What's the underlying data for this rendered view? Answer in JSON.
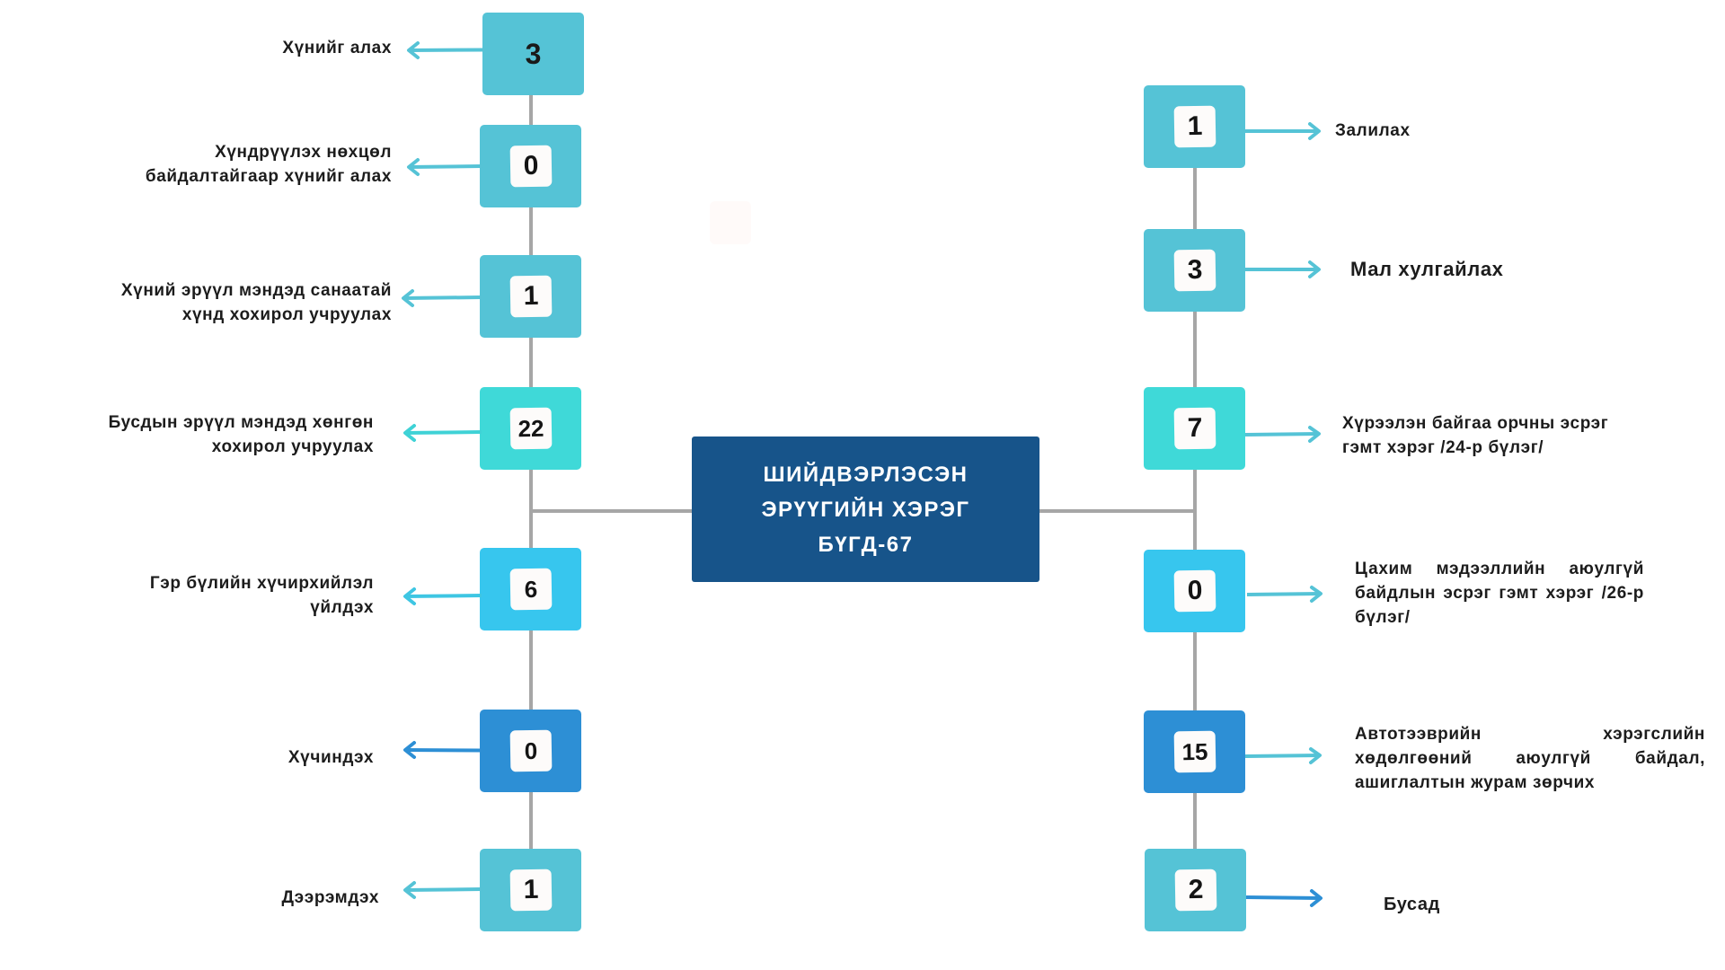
{
  "center": {
    "line1": "ШИЙДВЭРЛЭСЭН",
    "line2": "ЭРҮҮГИЙН ХЭРЭГ",
    "line3": "БҮГД-67",
    "color": "#17548a"
  },
  "left": [
    {
      "count": "3",
      "label": "Хүнийг алах",
      "box_color": "#55c3d6",
      "arrow_color": "#55c3d6",
      "has_tile": false
    },
    {
      "count": "0",
      "label": "Хүндрүүлэх нөхцөл байдалтайгаар хүнийг алах",
      "box_color": "#55c3d6",
      "arrow_color": "#55c3d6",
      "has_tile": true
    },
    {
      "count": "1",
      "label": "Хүний эрүүл мэндэд санаатай хүнд хохирол учруулах",
      "box_color": "#55c3d6",
      "arrow_color": "#55c3d6",
      "has_tile": true
    },
    {
      "count": "22",
      "label": "Бусдын эрүүл мэндэд хөнгөн хохирол учруулах",
      "box_color": "#3fd9d8",
      "arrow_color": "#3fd2d6",
      "has_tile": true
    },
    {
      "count": "6",
      "label": "Гэр бүлийн хүчирхийлэл үйлдэх",
      "box_color": "#37c6ee",
      "arrow_color": "#3ec6e3",
      "has_tile": true
    },
    {
      "count": "0",
      "label": "Хүчиндэх",
      "box_color": "#2d8fd5",
      "arrow_color": "#2d8fd5",
      "has_tile": true
    },
    {
      "count": "1",
      "label": "Дээрэмдэх",
      "box_color": "#55c3d6",
      "arrow_color": "#55c3d6",
      "has_tile": true
    }
  ],
  "right": [
    {
      "count": "1",
      "label": "Залилах",
      "box_color": "#55c3d6",
      "arrow_color": "#55c3d6"
    },
    {
      "count": "3",
      "label": "Мал хулгайлах",
      "box_color": "#55c3d6",
      "arrow_color": "#55c3d6"
    },
    {
      "count": "7",
      "label": "Хүрээлэн байгаа орчны эсрэг гэмт хэрэг /24-р бүлэг/",
      "box_color": "#3fd9d8",
      "arrow_color": "#55c3d6"
    },
    {
      "count": "0",
      "label": "Цахим мэдээллийн аюулгүй байдлын эсрэг гэмт хэрэг /26-р бүлэг/",
      "box_color": "#37c6ee",
      "arrow_color": "#55c3d6"
    },
    {
      "count": "15",
      "label": "Автотээврийн хэрэгслийн хөдөлгөөний аюулгүй байдал, ашиглалтын журам зөрчих",
      "box_color": "#2d8fd5",
      "arrow_color": "#55c3d6"
    },
    {
      "count": "2",
      "label": "Бусад",
      "box_color": "#55c3d6",
      "arrow_color": "#2d8fd5"
    }
  ],
  "connector_color": "#a6a6a6"
}
